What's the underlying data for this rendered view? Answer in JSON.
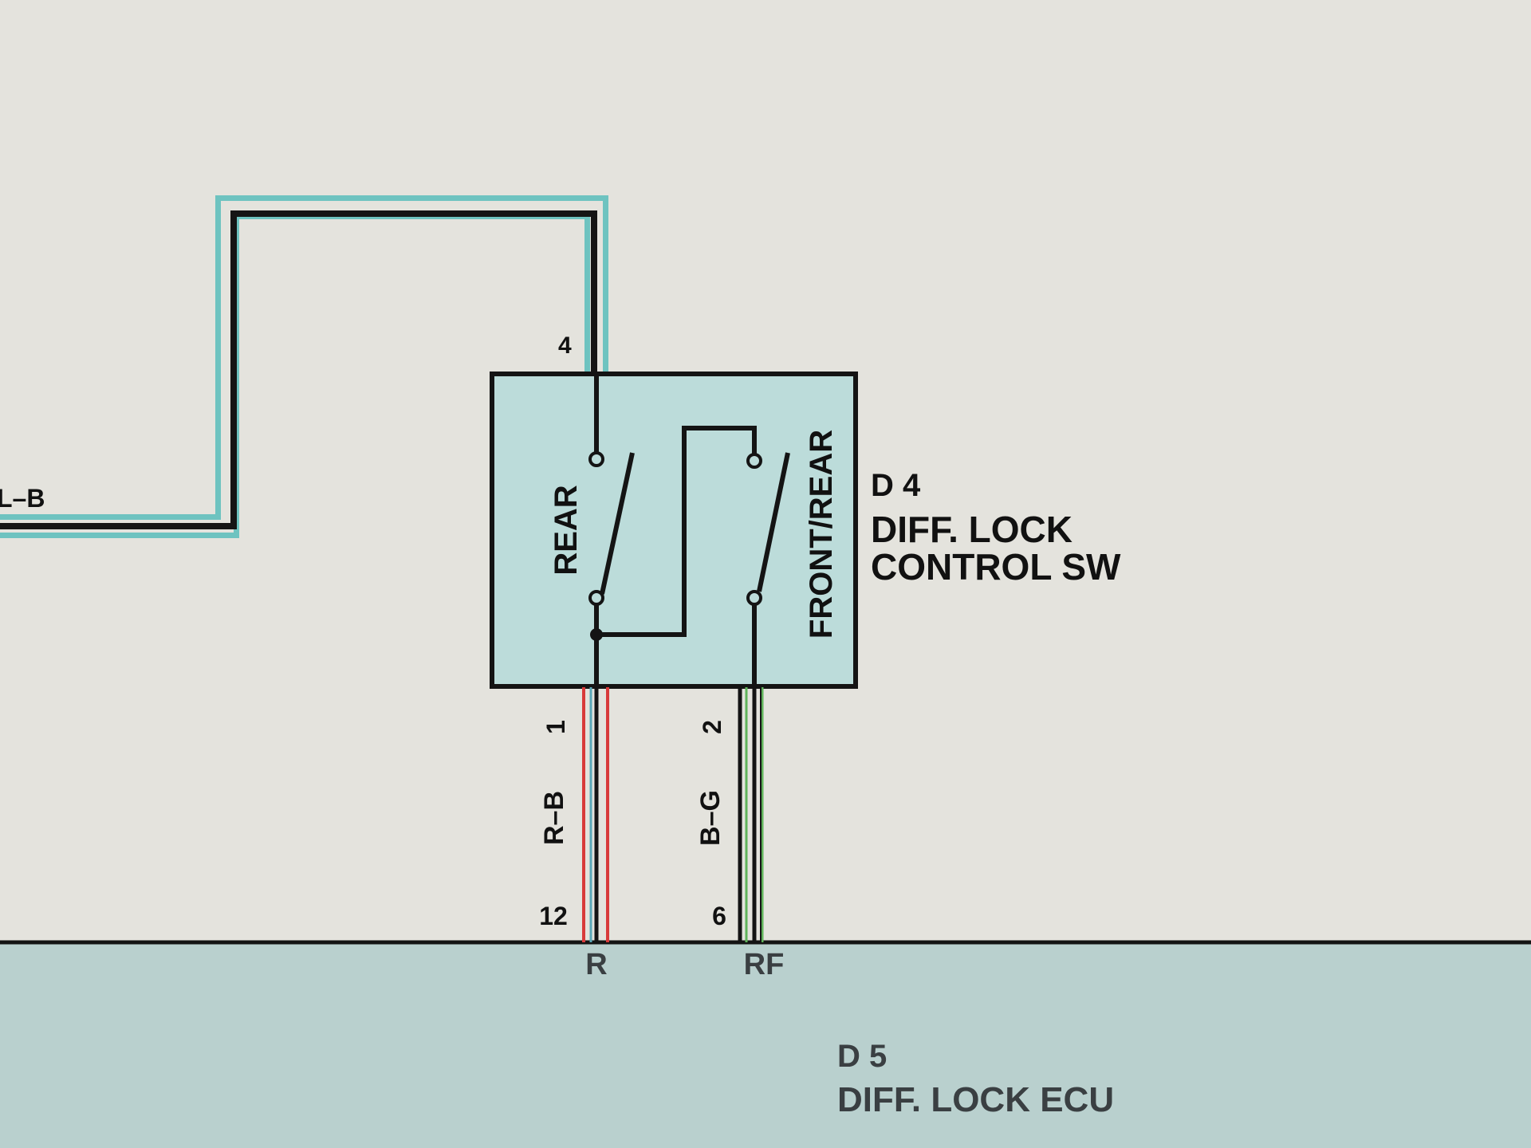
{
  "diagram": {
    "switch": {
      "ref": "D 4",
      "name_line1": "DIFF.  LOCK",
      "name_line2": "CONTROL SW",
      "rear_label": "REAR",
      "front_rear_label": "FRONT/REAR",
      "color": "#bcdcda"
    },
    "ecu": {
      "ref": "D 5",
      "name": "DIFF.  LOCK ECU",
      "color": "#b9d0ce"
    },
    "wires": {
      "top_wire_color_code": "L–B",
      "top_wire_pin": "4",
      "rear_wire_color_code": "R–B",
      "rear_switch_pin": "1",
      "rear_ecu_pin": "12",
      "rear_ecu_terminal": "R",
      "front_wire_color_code": "B–G",
      "front_switch_pin": "2",
      "front_ecu_pin": "6",
      "front_ecu_terminal": "RF",
      "blue_color": "#6ec3c0",
      "red_color": "#d83a3a",
      "green_color": "#5fb35a"
    }
  }
}
